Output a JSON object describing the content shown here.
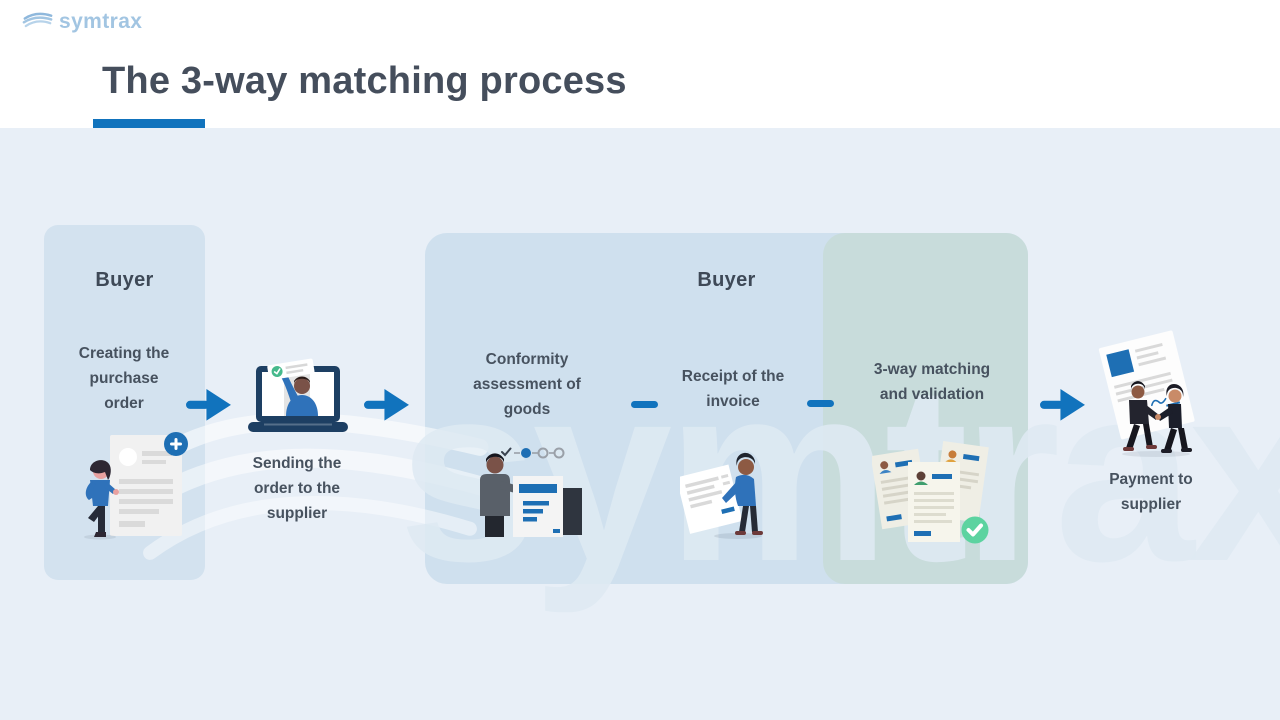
{
  "brand": {
    "logo_text": "symtrax"
  },
  "watermark": {
    "text": "symtrax"
  },
  "header": {
    "title": "The 3-way matching process"
  },
  "flow": {
    "buyer_box_1": {
      "role_label": "Buyer",
      "step_label": "Creating the purchase order",
      "illustration": "woman-with-purchase-order"
    },
    "transfer_step": {
      "label": "Sending the order to the supplier",
      "illustration": "laptop-sending-order"
    },
    "buyer_box_2": {
      "role_label": "Buyer",
      "steps": [
        {
          "label": "Conformity assessment of goods",
          "illustration": "goods-inspection"
        },
        {
          "label": "Receipt of the invoice",
          "illustration": "man-holding-invoice"
        },
        {
          "label": "3-way matching and validation",
          "illustration": "matched-documents-check"
        }
      ]
    },
    "final_step": {
      "label": "Payment to supplier",
      "illustration": "handshake-payment"
    }
  },
  "icons": {
    "logo_wave": "≈",
    "arrow_right": "→",
    "connector_dash": "—",
    "plus_badge": "+",
    "check_badge": "✓"
  },
  "colors": {
    "accent_blue": "#1173bd",
    "title_text": "#454e5c",
    "body_text": "#47525f",
    "page_background": "#e8eff7",
    "header_band": "#ffffff",
    "buyer_box_blue": "#d3e2ef",
    "center_box_blue": "#cfe0ee",
    "matching_box_teal": "#c8dcdb",
    "watermark": "#dde8f2",
    "logo_blue": "#a2c5e2",
    "success_green": "#5cd3a0"
  }
}
